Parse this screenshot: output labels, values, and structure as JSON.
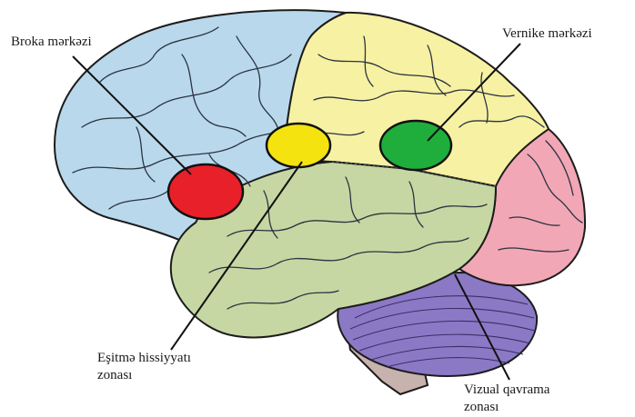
{
  "labels": {
    "broca": "Broka mərkəzi",
    "wernicke": "Vernike mərkəzi",
    "auditory_line1": "Eşitmə hissiyyatı",
    "auditory_line2": "zonası",
    "visual_line1": "Vizual qavrama",
    "visual_line2": "zonası"
  },
  "colors": {
    "frontal_lobe": "#b9d8ec",
    "parietal_lobe": "#f7f1a3",
    "temporal_lobe": "#c6d7a3",
    "occipital_lobe": "#f2a7b6",
    "cerebellum": "#8b79c6",
    "brainstem": "#c7b2ad",
    "broca_area": "#e8202a",
    "wernicke_area": "#1fae3c",
    "auditory_area": "#f4e30f",
    "outline": "#1c1c1c"
  }
}
